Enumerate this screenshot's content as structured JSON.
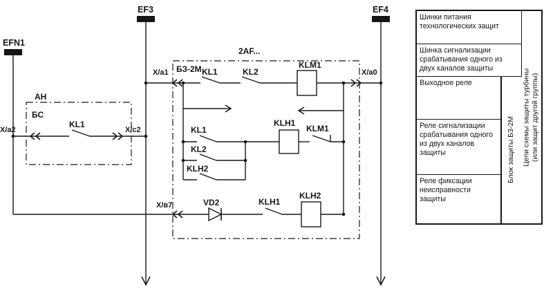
{
  "schematic": {
    "buses": {
      "efn1": "EFN1",
      "ef3": "EF3",
      "ef4": "EF4"
    },
    "boxes": {
      "an": "АН",
      "bs": "БС",
      "block": "2AF...",
      "bz2m": "БЗ-2М"
    },
    "terminals": {
      "xa2": "Х/а2",
      "xc2": "Х/с2",
      "xa1": "Х/а1",
      "xa0": "Х/а0",
      "xv7": "Х/в7"
    },
    "labels": {
      "an_kl1": "KL1",
      "kl1_top": "KL1",
      "kl2_top": "KL2",
      "klm1_coil": "KLM1",
      "kl1_br": "KL1",
      "kl2_br": "KL2",
      "klh2_br": "KLH2",
      "klh1_coil": "KLH1",
      "klm1_nc": "KLM1",
      "vd2": "VD2",
      "klh1_no": "KLH1",
      "klh2_coil": "KLH2"
    }
  },
  "legend": {
    "rows": [
      "Шинки питания технологических защит",
      "Шинка сигнализации срабатывания одного из двух каналов защиты",
      "Выходное реле",
      "Реле сигнализации срабатывания одного из двух каналов защиты",
      "Реле фиксации неисправности защиты"
    ],
    "block_col": "Блок защиты БЗ-2М",
    "group_col": "Цепи схемы защиты турбины\n(или защит другой группы)"
  }
}
